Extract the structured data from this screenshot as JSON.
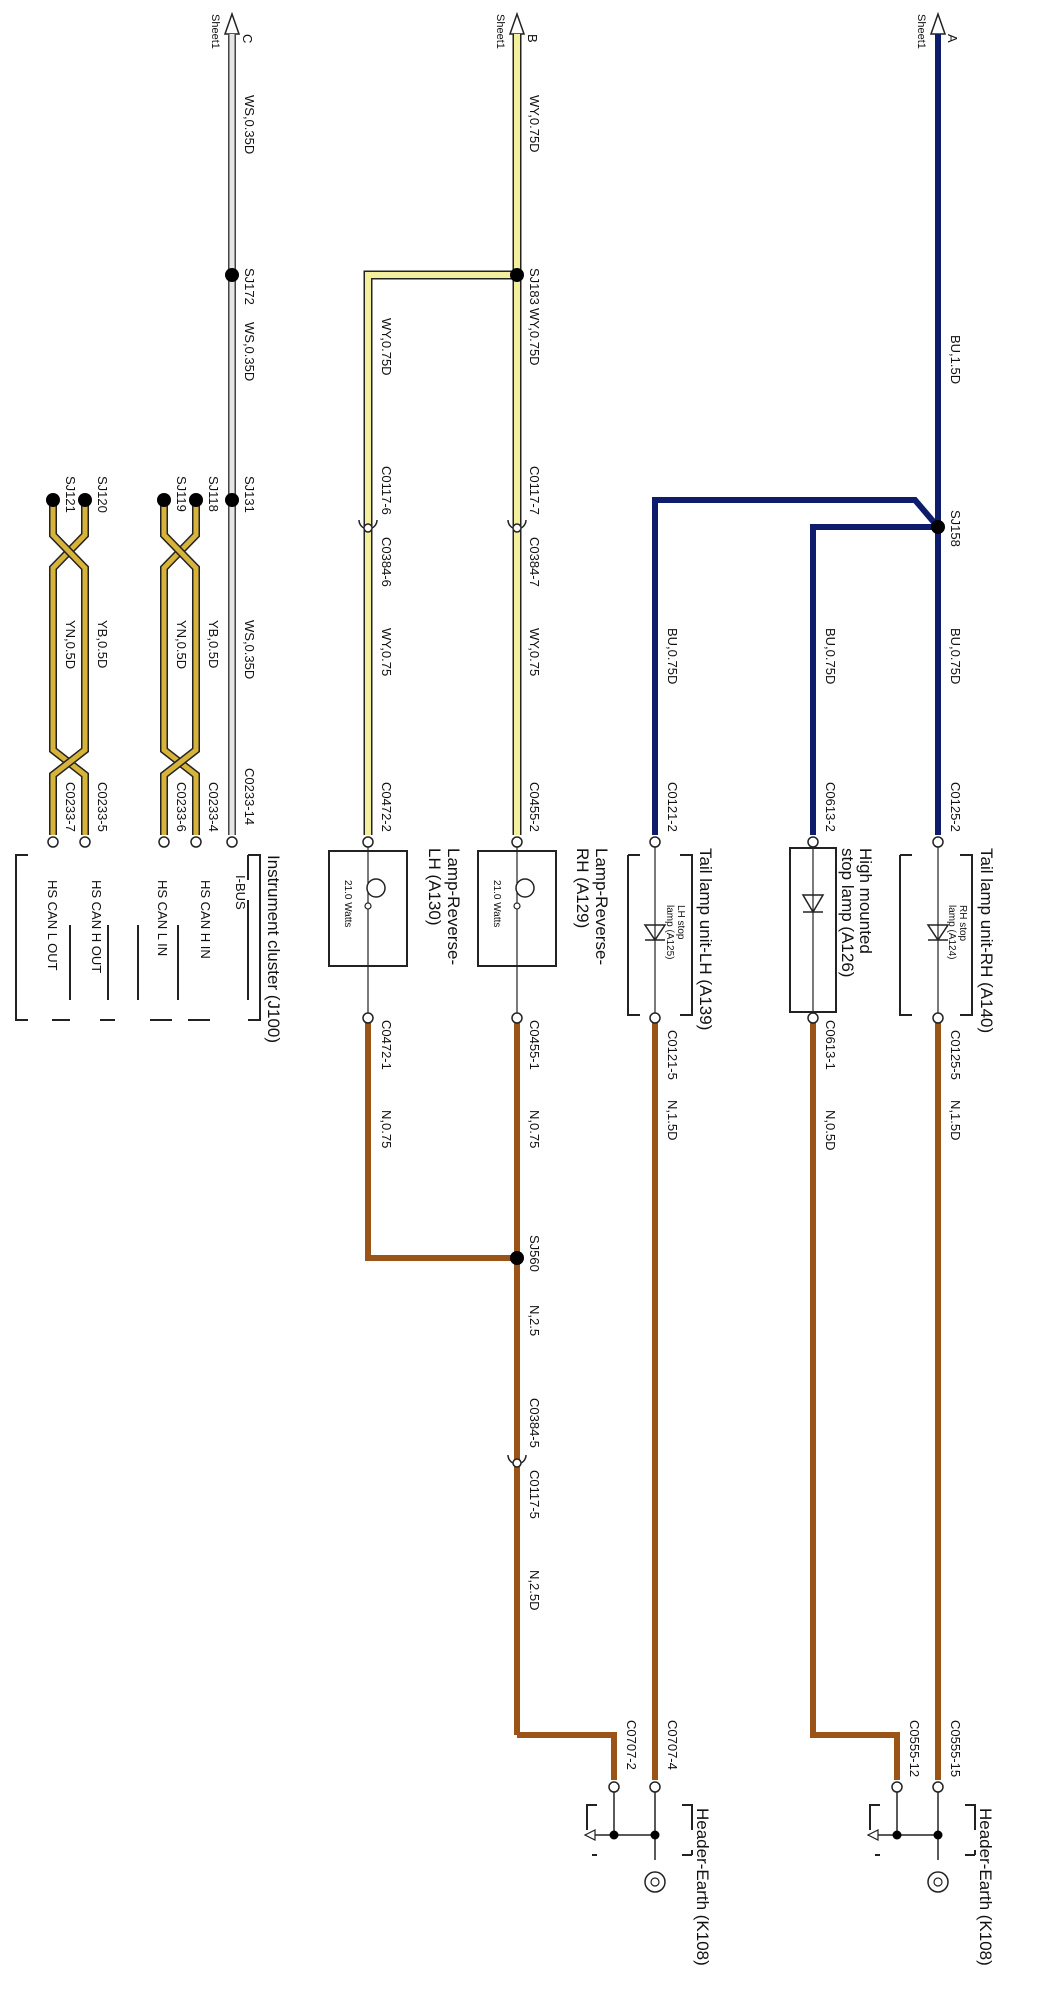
{
  "colors": {
    "blue": "#0d1c6b",
    "yellow": "#f3ef9c",
    "white": "#e6e6e6",
    "brown": "#9a5417",
    "twisted_outer": "#d8b33a",
    "outline": "#222222"
  },
  "sheet_refs": [
    {
      "letter": "A",
      "sheet": "Sheet1"
    },
    {
      "letter": "B",
      "sheet": "Sheet1"
    },
    {
      "letter": "C",
      "sheet": "Sheet1"
    }
  ],
  "wires": {
    "a_main": "BU,1.5D",
    "a_rh": "BU,0.75D",
    "a_hm": "BU,0.75D",
    "a_lh": "BU,0.75D",
    "b_main": "WY,0.75D",
    "b_after": "WY,0.75D",
    "b_branch": "WY,0.75D",
    "b_rh": "WY,0.75",
    "b_lh": "WY,0.75",
    "c_main": "WS,0.35D",
    "c_mid": "WS,0.35D",
    "c_end": "WS,0.35D",
    "yb_1": "YB,0.5D",
    "yn_1": "YN,0.5D",
    "yb_2": "YB,0.5D",
    "yn_2": "YN,0.5D",
    "rh_ret": "N,1.5D",
    "lh_ret": "N,1.5D",
    "hm_ret": "N,0.5D",
    "rev_rh_ret": "N,0.75",
    "rev_lh_ret": "N,0.75",
    "rev_join": "N,2.5",
    "rev_down": "N,2.5D"
  },
  "splices": {
    "sj158": "SJ158",
    "sj183": "SJ183",
    "sj172": "SJ172",
    "sj131": "SJ131",
    "sj118": "SJ118",
    "sj119": "SJ119",
    "sj120": "SJ120",
    "sj121": "SJ121",
    "sj560": "SJ560"
  },
  "connectors": {
    "c0125_2": "C0125-2",
    "c0125_5": "C0125-5",
    "c0613_2": "C0613-2",
    "c0613_1": "C0613-1",
    "c0121_2": "C0121-2",
    "c0121_5": "C0121-5",
    "c0455_2": "C0455-2",
    "c0455_1": "C0455-1",
    "c0472_2": "C0472-2",
    "c0472_1": "C0472-1",
    "c0117_7": "C0117-7",
    "c0384_7": "C0384-7",
    "c0117_6": "C0117-6",
    "c0384_6": "C0384-6",
    "c0384_5": "C0384-5",
    "c0117_5": "C0117-5",
    "c0233_14": "C0233-14",
    "c0233_4": "C0233-4",
    "c0233_6": "C0233-6",
    "c0233_5": "C0233-5",
    "c0233_7": "C0233-7",
    "c0555_15": "C0555-15",
    "c0555_12": "C0555-12",
    "c0707_4": "C0707-4",
    "c0707_2": "C0707-2"
  },
  "components": {
    "tail_rh": "Tail lamp unit-RH (A140)",
    "rh_stop": [
      "RH stop",
      "lamp (A124)"
    ],
    "high_mounted": [
      "High mounted",
      "stop lamp (A126)"
    ],
    "tail_lh": "Tail lamp unit-LH (A139)",
    "lh_stop": [
      "LH stop",
      "lamp (A125)"
    ],
    "rev_rh": [
      "Lamp-Reverse-",
      "RH (A129)"
    ],
    "rev_lh": [
      "Lamp-Reverse-",
      "LH (A130)"
    ],
    "watts": "21.0 Watts",
    "cluster": "Instrument cluster (J100)",
    "cluster_pins": [
      "I-BUS",
      "HS CAN H IN",
      "HS CAN L IN",
      "HS CAN H OUT",
      "HS CAN L OUT"
    ],
    "earth_1": "Header-Earth (K108)",
    "earth_2": "Header-Earth (K108)"
  }
}
